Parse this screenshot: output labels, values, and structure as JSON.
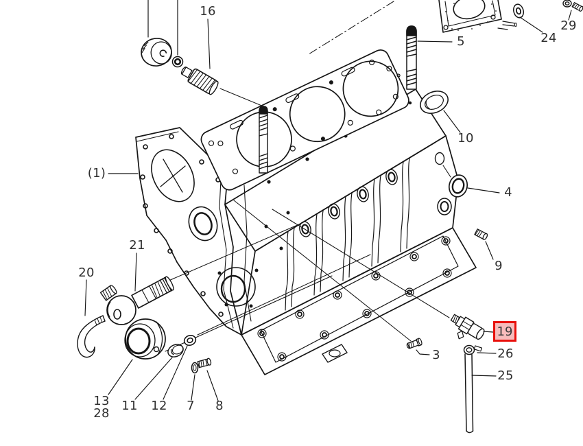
{
  "callouts": {
    "c1": {
      "text": "(1)"
    },
    "c3": {
      "text": "3"
    },
    "c4": {
      "text": "4"
    },
    "c5": {
      "text": "5"
    },
    "c7": {
      "text": "7"
    },
    "c8": {
      "text": "8"
    },
    "c9": {
      "text": "9"
    },
    "c10": {
      "text": "10"
    },
    "c11": {
      "text": "11"
    },
    "c12": {
      "text": "12"
    },
    "c13": {
      "text": "13"
    },
    "c16": {
      "text": "16"
    },
    "c19": {
      "text": "19"
    },
    "c20": {
      "text": "20"
    },
    "c21": {
      "text": "21"
    },
    "c24": {
      "text": "24"
    },
    "c25": {
      "text": "25"
    },
    "c26": {
      "text": "26"
    },
    "c28": {
      "text": "28"
    },
    "c29": {
      "text": "29"
    }
  },
  "highlight": {
    "part": "19",
    "border_color": "#e8100c",
    "fill_color": "#f7bcbc"
  },
  "colors": {
    "background": "#ffffff",
    "line": "#161616",
    "label_text": "#2f2f2f"
  }
}
